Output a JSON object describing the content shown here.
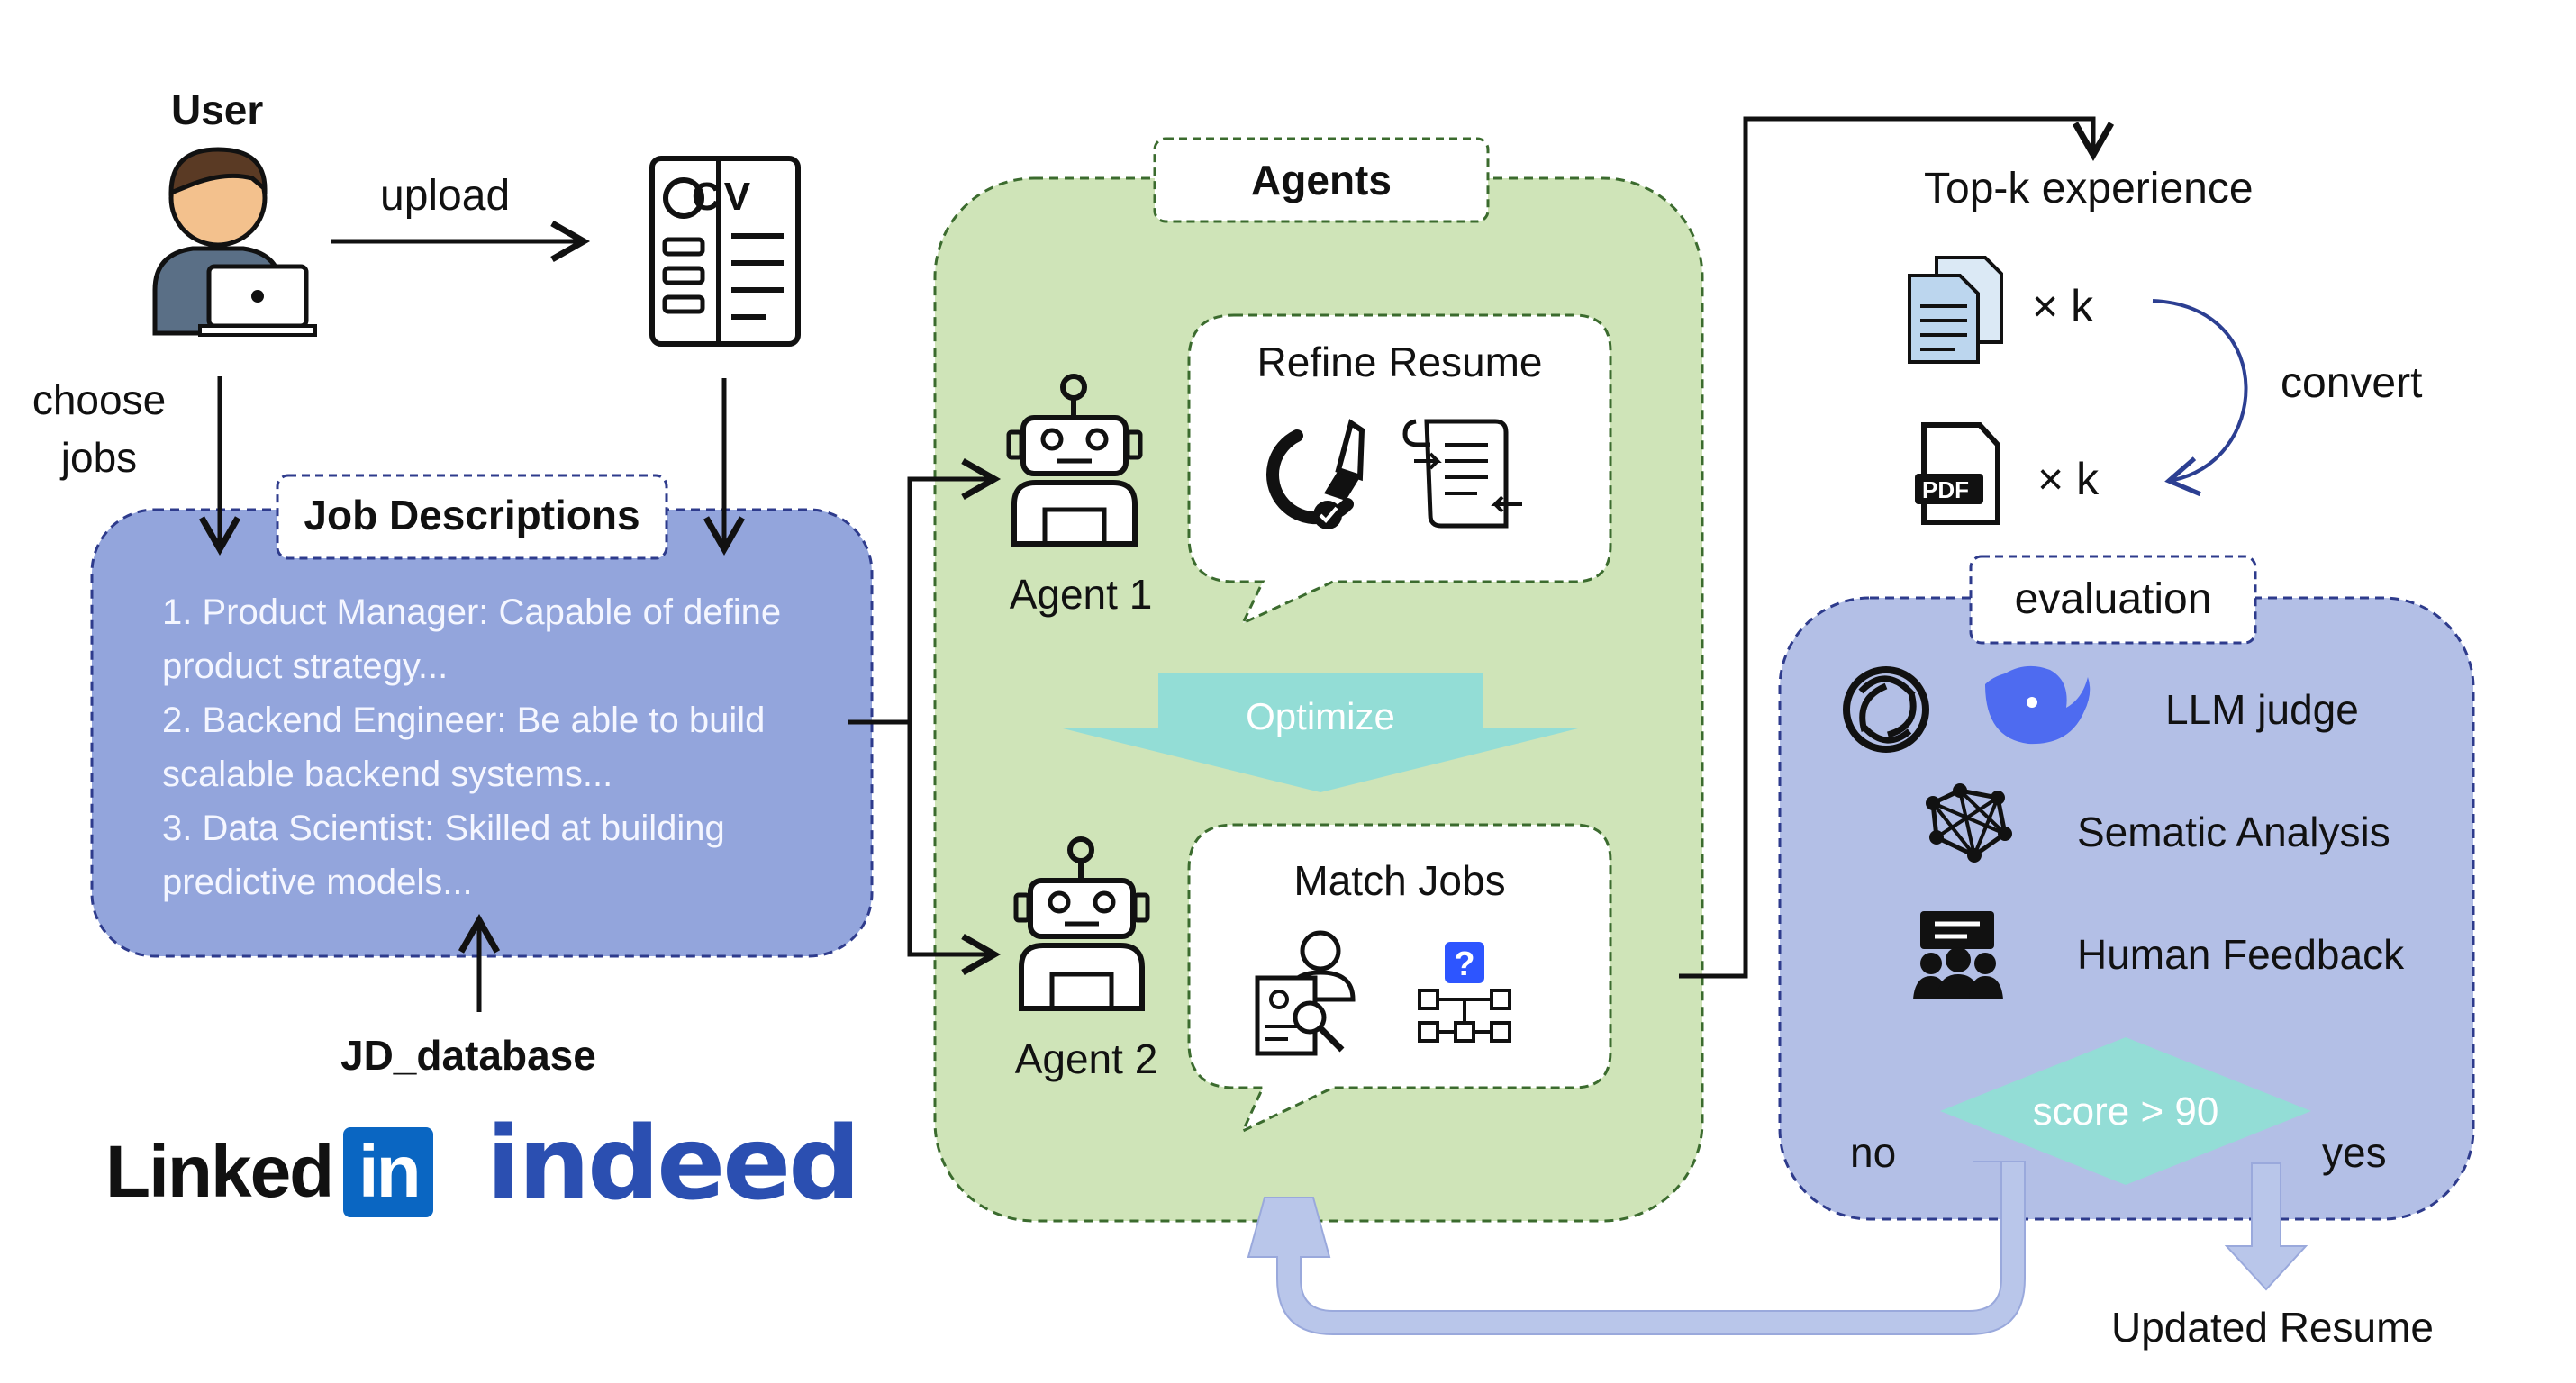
{
  "user": {
    "title": "User",
    "upload": "upload",
    "choose": [
      "choose",
      "jobs"
    ],
    "cv": "CV"
  },
  "job_descriptions": {
    "title": "Job Descriptions",
    "items": [
      "1. Product Manager: Capable of define",
      "product strategy...",
      "2. Backend Engineer: Be able to build",
      "scalable backend systems...",
      "3. Data Scientist: Skilled at building",
      "predictive models..."
    ]
  },
  "database": {
    "label": "JD_database",
    "linkedin_word": "Linked",
    "linkedin_box": "in",
    "indeed": "indeed"
  },
  "agents": {
    "title": "Agents",
    "agent1": {
      "label": "Agent 1",
      "task": "Refine Resume"
    },
    "agent2": {
      "label": "Agent 2",
      "task": "Match Jobs"
    },
    "optimize": "Optimize"
  },
  "experience": {
    "title": "Top-k experience",
    "times_k_1": "× k",
    "times_k_2": "× k",
    "convert": "convert",
    "pdf": "PDF"
  },
  "evaluation": {
    "title": "evaluation",
    "methods": [
      "LLM judge",
      "Sematic Analysis",
      "Human Feedback"
    ],
    "decision": "score > 90",
    "no": "no",
    "yes": "yes"
  },
  "output": "Updated Resume",
  "colors": {
    "agents_bg": "#cfe4b8",
    "jd_bg": "#93a5dc",
    "eval_bg": "#b3bfe6",
    "teal": "#93ddd6",
    "feedback": "#b9c6ea"
  }
}
